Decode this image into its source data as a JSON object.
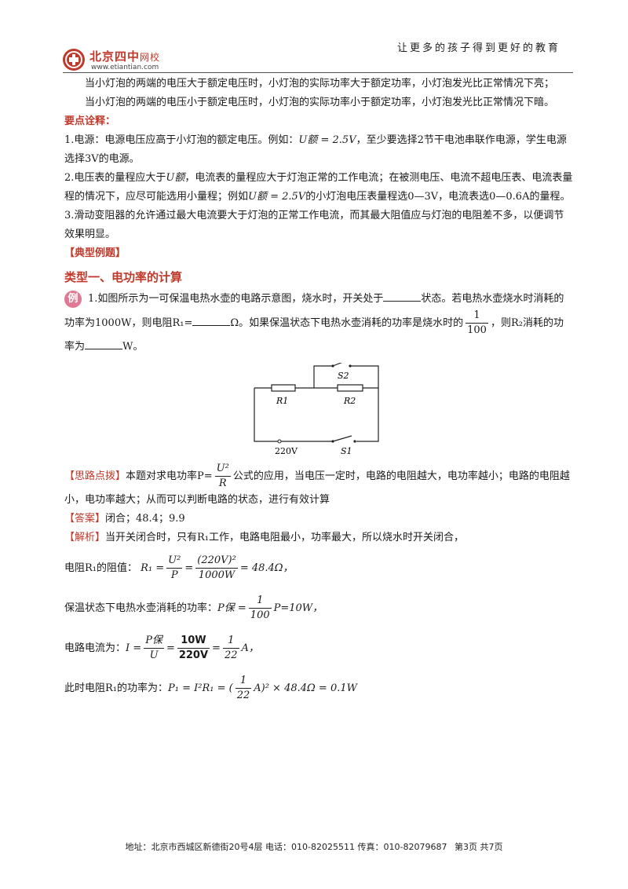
{
  "header": {
    "brand": "北京四中",
    "brand_sub": "网校",
    "url": "www.etiantian.com",
    "slogan": "让更多的孩子得到更好的教育"
  },
  "body": {
    "p1": "当小灯泡的两端的电压大于额定电压时，小灯泡的实际功率大于额定功率，小灯泡发光比正常情况下亮；",
    "p2": "当小灯泡的两端的电压小于额定电压时，小灯泡的实际功率小于额定功率，小灯泡发光比正常情况下暗。",
    "key_head": "要点诠释：",
    "k1a": "1.电源：电源电压应高于小灯泡的额定电压。例如：",
    "k1_formula": "U额 = 2.5V",
    "k1b": "，至少要选择2节干电池串联作电源，学生电源选择3V的电源。",
    "k2a": "2.电压表的量程应大于",
    "k2_symbol": "U额",
    "k2b": "，电流表的量程应大于灯泡正常的工作电流；在被测电压、电流不超电压表、电流表量程的情况下，应尽可能选用小量程；例如",
    "k2_formula": "U额 = 2.5V",
    "k2c": "的小灯泡电压表量程选0—3V，电流表选0—0.6A的量程。",
    "k3": "3.滑动变阻器的允许通过最大电流要大于灯泡的正常工作电流，而其最大阻值应与灯泡的电阻差不多，以便调节效果明显。",
    "examples_head": "【典型例题】",
    "type1_head": "类型一、电功率的计算",
    "ex_badge": "例",
    "q1a": "1.如图所示为一可保温电热水壶的电路示意图，烧水时，开关处于",
    "q1b": "状态。若电热水壶烧水时消耗的功率为1000W，则电阻R₁=",
    "q1c": "Ω。如果保温状态下电热水壶消耗的功率是烧水时的",
    "q1_frac_num": "1",
    "q1_frac_den": "100",
    "q1d": "，则R₂消耗的功率为",
    "q1e": "W。",
    "hint_tag": "【思路点拨】",
    "hint_a": "本题对求电功率P=",
    "hint_frac_num": "U²",
    "hint_frac_den": "R",
    "hint_b": "公式的应用，当电压一定时，电路的电阻越大，电功率越小；电路的电阻越小，电功率越大；从而可以判断电路的状态，进行有效计算",
    "answer_tag": "【答案】",
    "answer": "闭合；48.4；9.9",
    "analysis_tag": "【解析】",
    "analysis": "当开关闭合时，只有R₁工作，电路电阻最小，功率最大，所以烧水时开关闭合，",
    "r1_label": "电阻R₁的阻值：",
    "r1_formula_lhs": "R₁ =",
    "r1_f1_num": "U²",
    "r1_f1_den": "P",
    "r1_eq": "=",
    "r1_f2_num": "(220V)²",
    "r1_f2_den": "1000W",
    "r1_result": "= 48.4Ω，",
    "keep_label": "保温状态下电热水壶消耗的功率：",
    "keep_lhs": "P保 =",
    "keep_f_num": "1",
    "keep_f_den": "100",
    "keep_rhs": "P=10W，",
    "i_label": "电路电流为：",
    "i_lhs": "I =",
    "i_f1_num": "P保",
    "i_f1_den": "U",
    "i_eq": "=",
    "i_f2_num": "10W",
    "i_f2_den": "220V",
    "i_eq2": "=",
    "i_f3_num": "1",
    "i_f3_den": "22",
    "i_unit": "A，",
    "p_label": "此时电阻R₁的功率为：",
    "p_lhs": "P₁ = I²R₁ = (",
    "p_f_num": "1",
    "p_f_den": "22",
    "p_rhs": "A)² × 48.4Ω = 0.1W"
  },
  "circuit": {
    "r1": "R1",
    "r2": "R2",
    "s1": "S1",
    "s2": "S2",
    "source": "220V"
  },
  "footer": {
    "address": "地址：北京市西城区新德街20号4层  电话：010-82025511  传真：010-82079687",
    "page": "第3页  共7页"
  }
}
